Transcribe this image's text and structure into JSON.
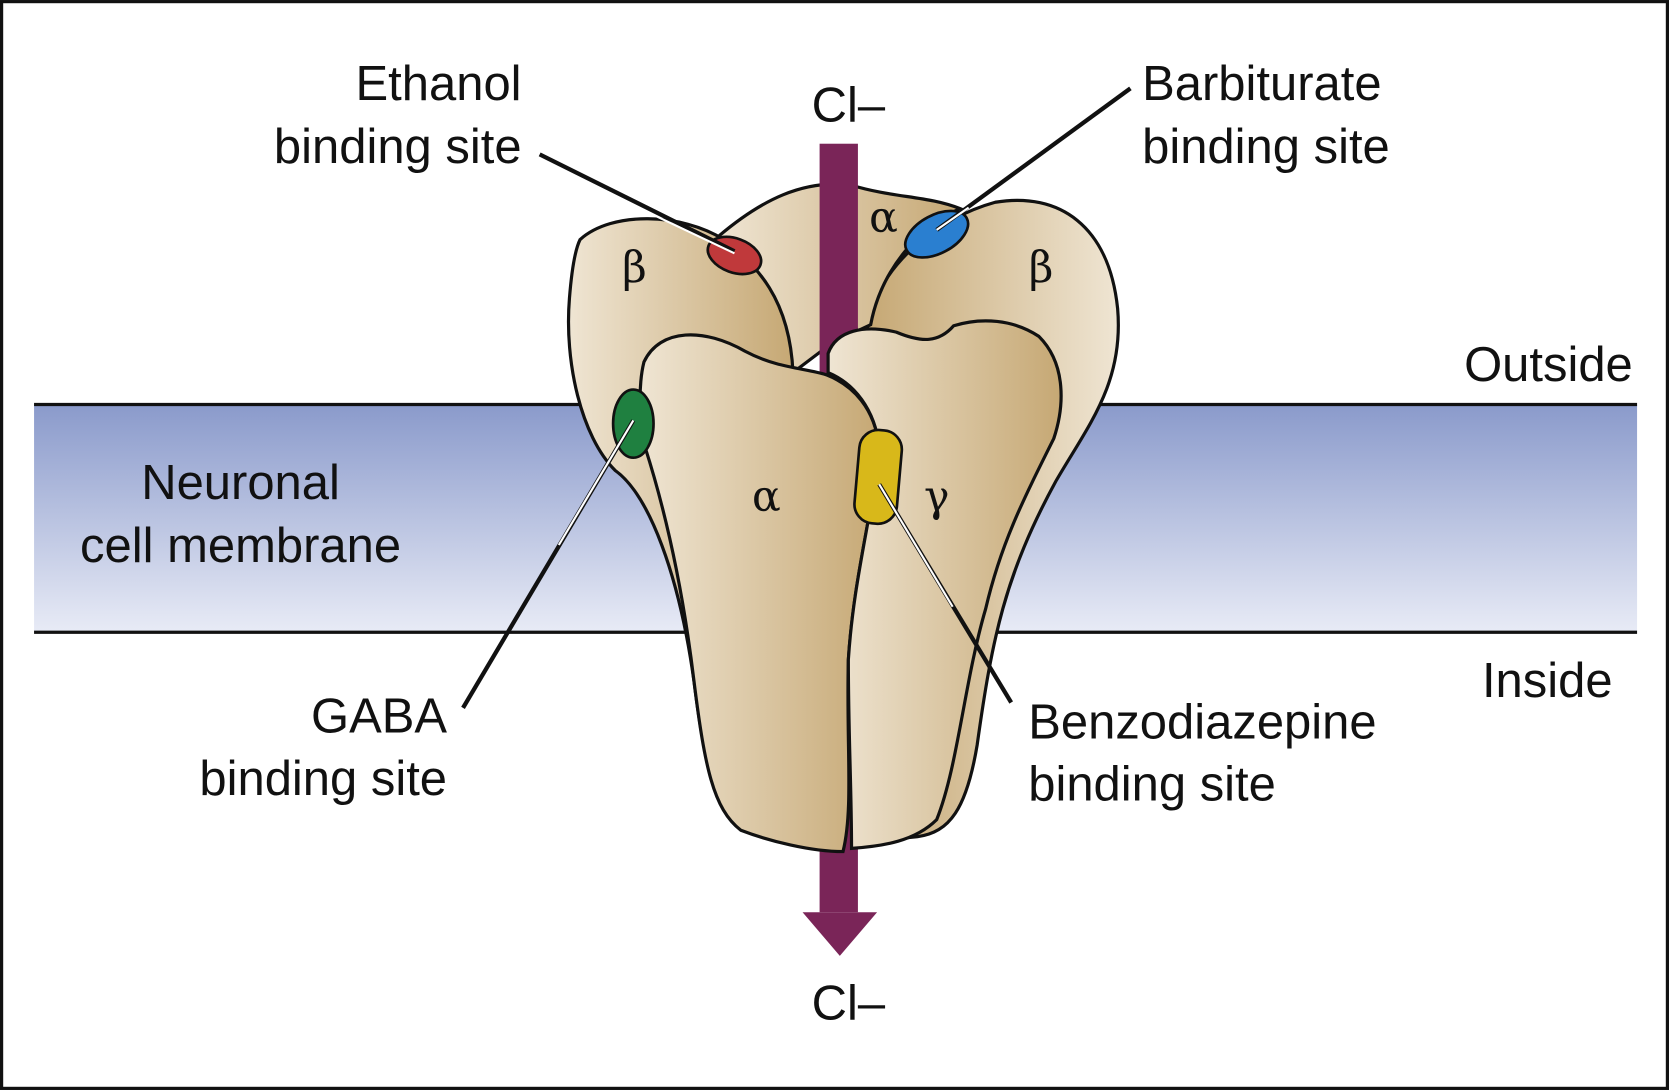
{
  "labels": {
    "ion_top": "Cl–",
    "ion_bottom": "Cl–",
    "ethanol": [
      "Ethanol",
      "binding site"
    ],
    "barbiturate": [
      "Barbiturate",
      "binding site"
    ],
    "gaba": [
      "GABA",
      "binding site"
    ],
    "benzodiazepine": [
      "Benzodiazepine",
      "binding site"
    ],
    "membrane": [
      "Neuronal",
      "cell membrane"
    ],
    "outside": "Outside",
    "inside": "Inside"
  },
  "subunits": {
    "back_left": "β",
    "back_center": "α",
    "back_right": "β",
    "front_left": "α",
    "front_right": "γ"
  },
  "colors": {
    "arrow": "#7a2558",
    "ethanol_site": "#c0393b",
    "barbiturate_site": "#2a7fd0",
    "gaba_site": "#1f8040",
    "benzodiazepine_site": "#d8b81a",
    "membrane_top": "#8a9acb",
    "membrane_bottom": "#e8ebf6",
    "protein_light": "#efe5d3",
    "protein_dark": "#c6a874"
  }
}
